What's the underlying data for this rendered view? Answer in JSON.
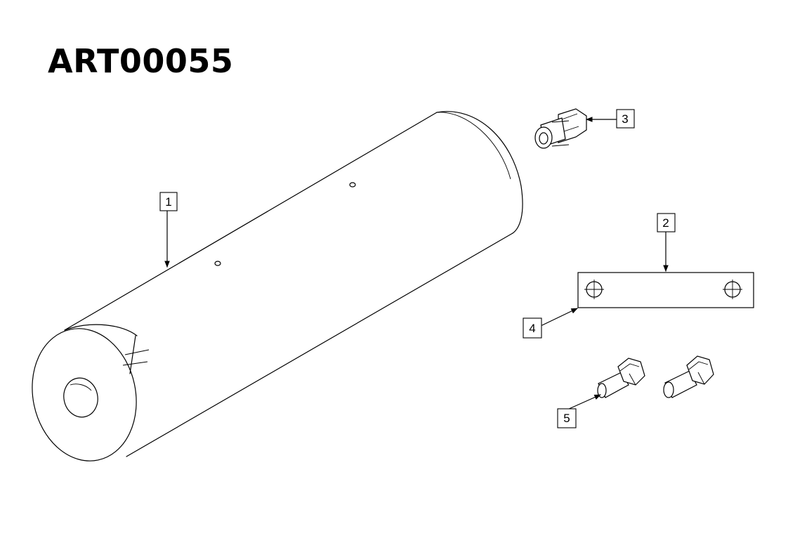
{
  "drawing": {
    "part_number": "ART00055"
  },
  "callouts": [
    {
      "id": "1",
      "label": "1"
    },
    {
      "id": "2",
      "label": "2"
    },
    {
      "id": "3",
      "label": "3"
    },
    {
      "id": "4",
      "label": "4"
    },
    {
      "id": "5",
      "label": "5"
    }
  ]
}
